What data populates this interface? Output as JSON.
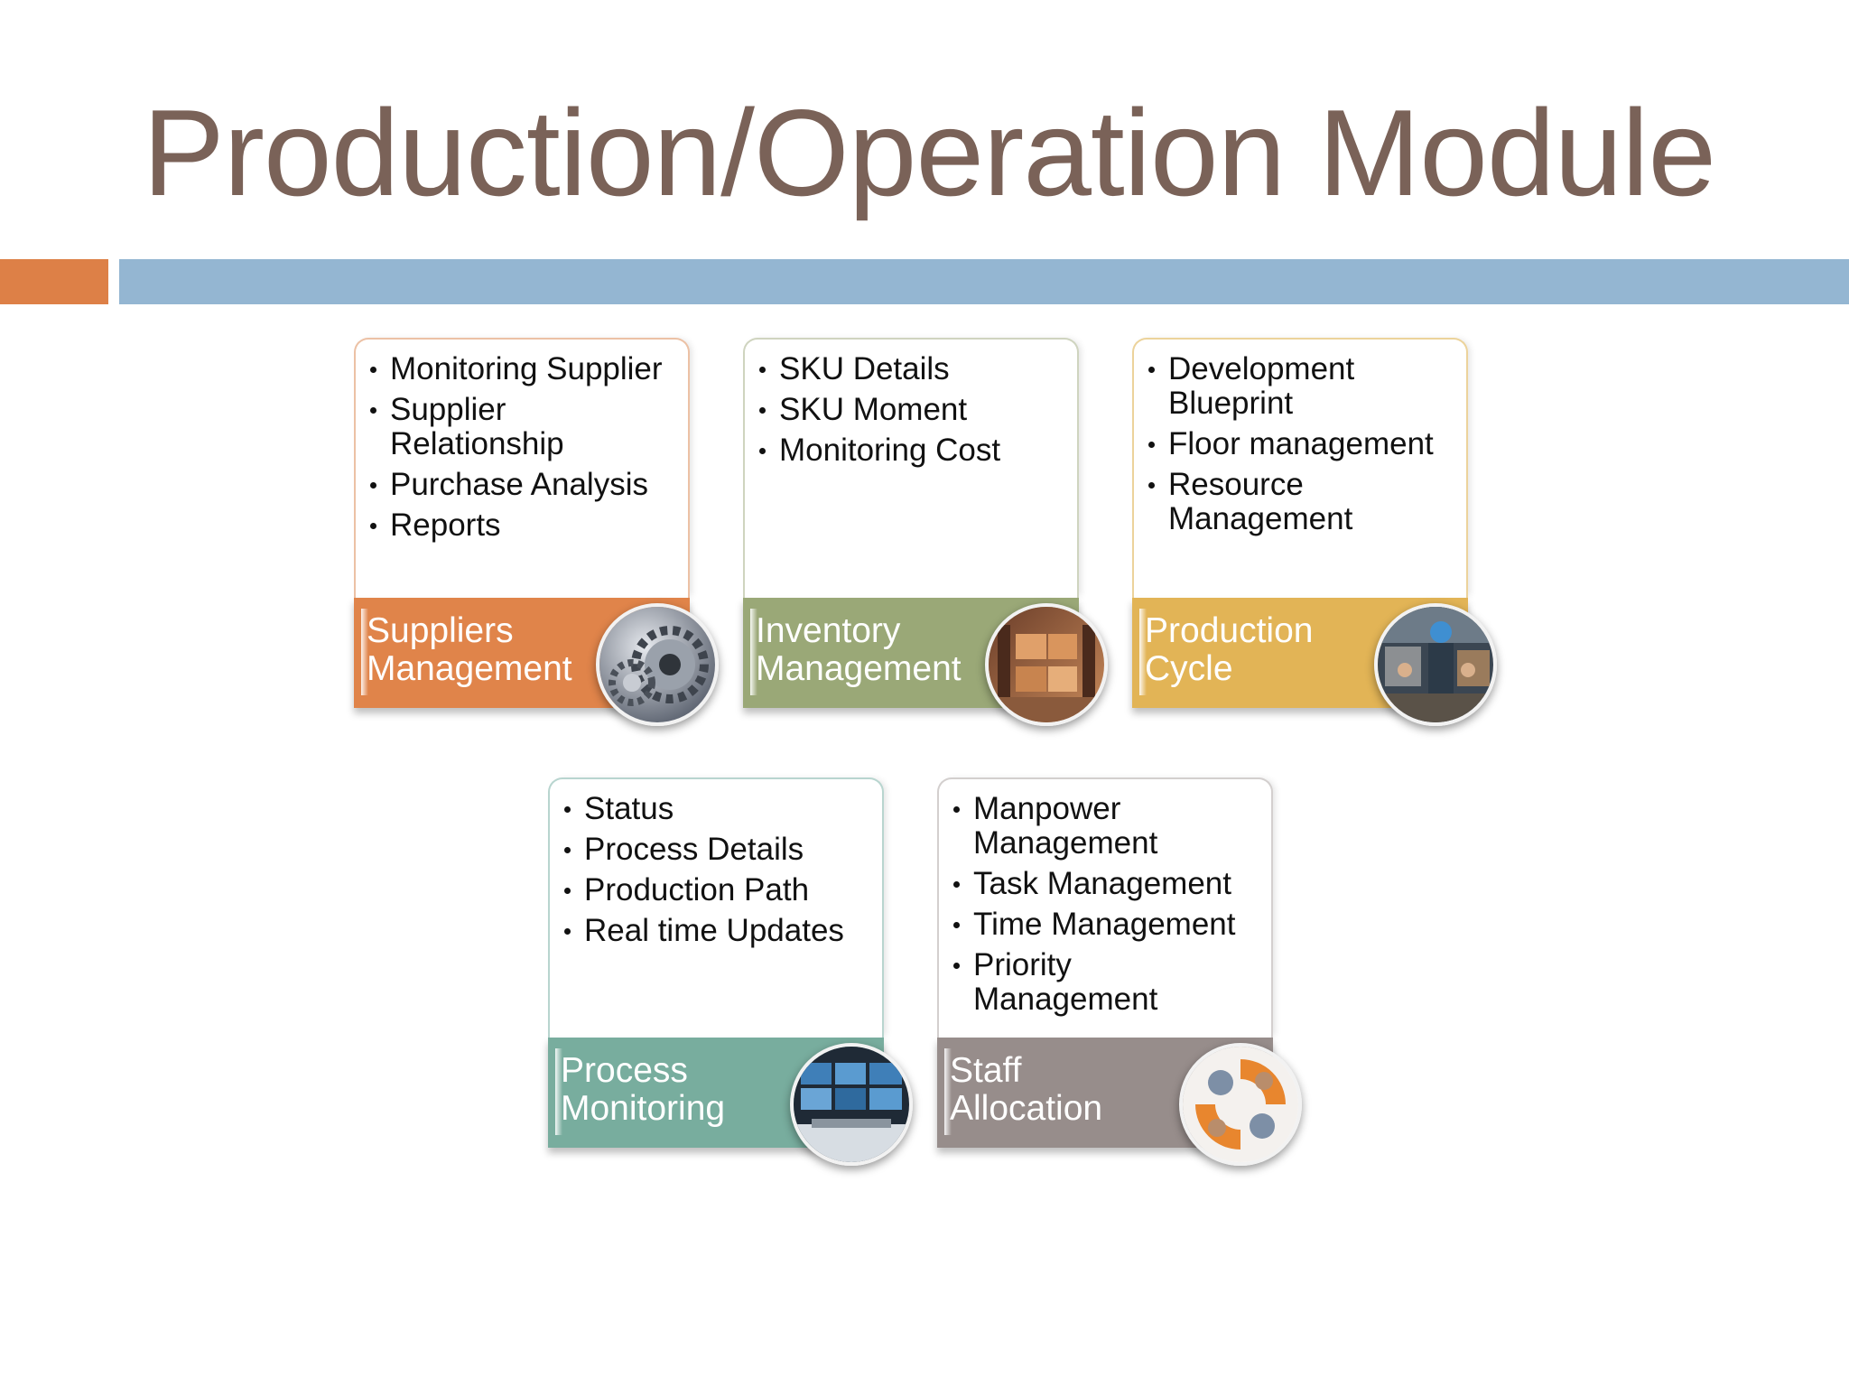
{
  "slide": {
    "title": "Production/Operation Module",
    "colors": {
      "title": "#7a6258",
      "accent_bar": "#dd8047",
      "main_bar": "#94b6d2"
    }
  },
  "modules": [
    {
      "name_lines": [
        "Suppliers",
        "Management"
      ],
      "bullets": [
        "Monitoring Supplier",
        "Supplier Relationship",
        "Purchase Analysis",
        "Reports"
      ],
      "color": "#e0844a",
      "icon": "gears-photo-icon"
    },
    {
      "name_lines": [
        "Inventory",
        "Management"
      ],
      "bullets": [
        "SKU Details",
        "SKU Moment",
        "Monitoring Cost"
      ],
      "color": "#9aa877",
      "icon": "warehouse-photo-icon"
    },
    {
      "name_lines": [
        "Production",
        "Cycle"
      ],
      "bullets": [
        "Development Blueprint",
        "Floor management",
        "Resource Management"
      ],
      "color": "#e2b456",
      "icon": "factory-floor-photo-icon"
    },
    {
      "name_lines": [
        "Process",
        "Monitoring"
      ],
      "bullets": [
        "Status",
        "Process Details",
        "Production Path",
        "Real time Updates"
      ],
      "color": "#78ad9e",
      "icon": "control-room-photo-icon"
    },
    {
      "name_lines": [
        "Staff",
        "Allocation"
      ],
      "bullets": [
        "Manpower Management",
        "Task Management",
        "Time Management",
        "Priority Management"
      ],
      "color": "#978d8b",
      "icon": "team-photo-icon"
    }
  ]
}
